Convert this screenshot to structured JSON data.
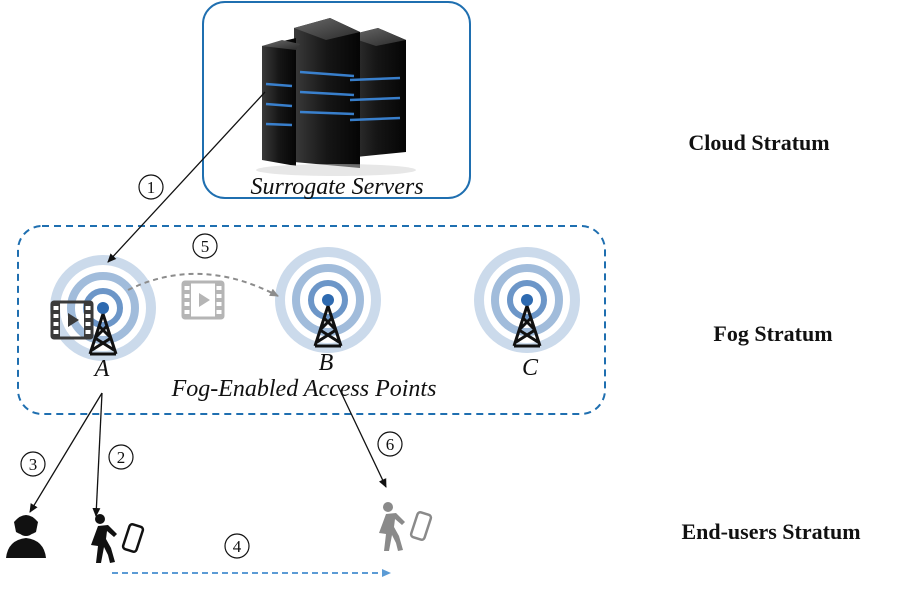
{
  "cloud": {
    "label": "Surrogate Servers"
  },
  "fog": {
    "label": "Fog-Enabled Access Points",
    "access_points": [
      {
        "id": "A",
        "caching_video": true
      },
      {
        "id": "B",
        "caching_video": false
      },
      {
        "id": "C",
        "caching_video": false
      }
    ]
  },
  "strata": {
    "cloud": "Cloud Stratum",
    "fog": "Fog Stratum",
    "end_users": "End-users Stratum"
  },
  "steps": [
    "1",
    "2",
    "3",
    "4",
    "5",
    "6"
  ],
  "colors": {
    "cloud_border": "#1f6fb0",
    "fog_border": "#1f6fb0",
    "signal_blue": "#2e6ab0",
    "move_arrow": "#5b9bd5",
    "dashed_gray": "#8c8c8c"
  },
  "icons": [
    "server-rack-icon",
    "wireless-tower-icon",
    "video-file-icon",
    "user-icon",
    "pedestrian-icon",
    "smartphone-icon"
  ]
}
